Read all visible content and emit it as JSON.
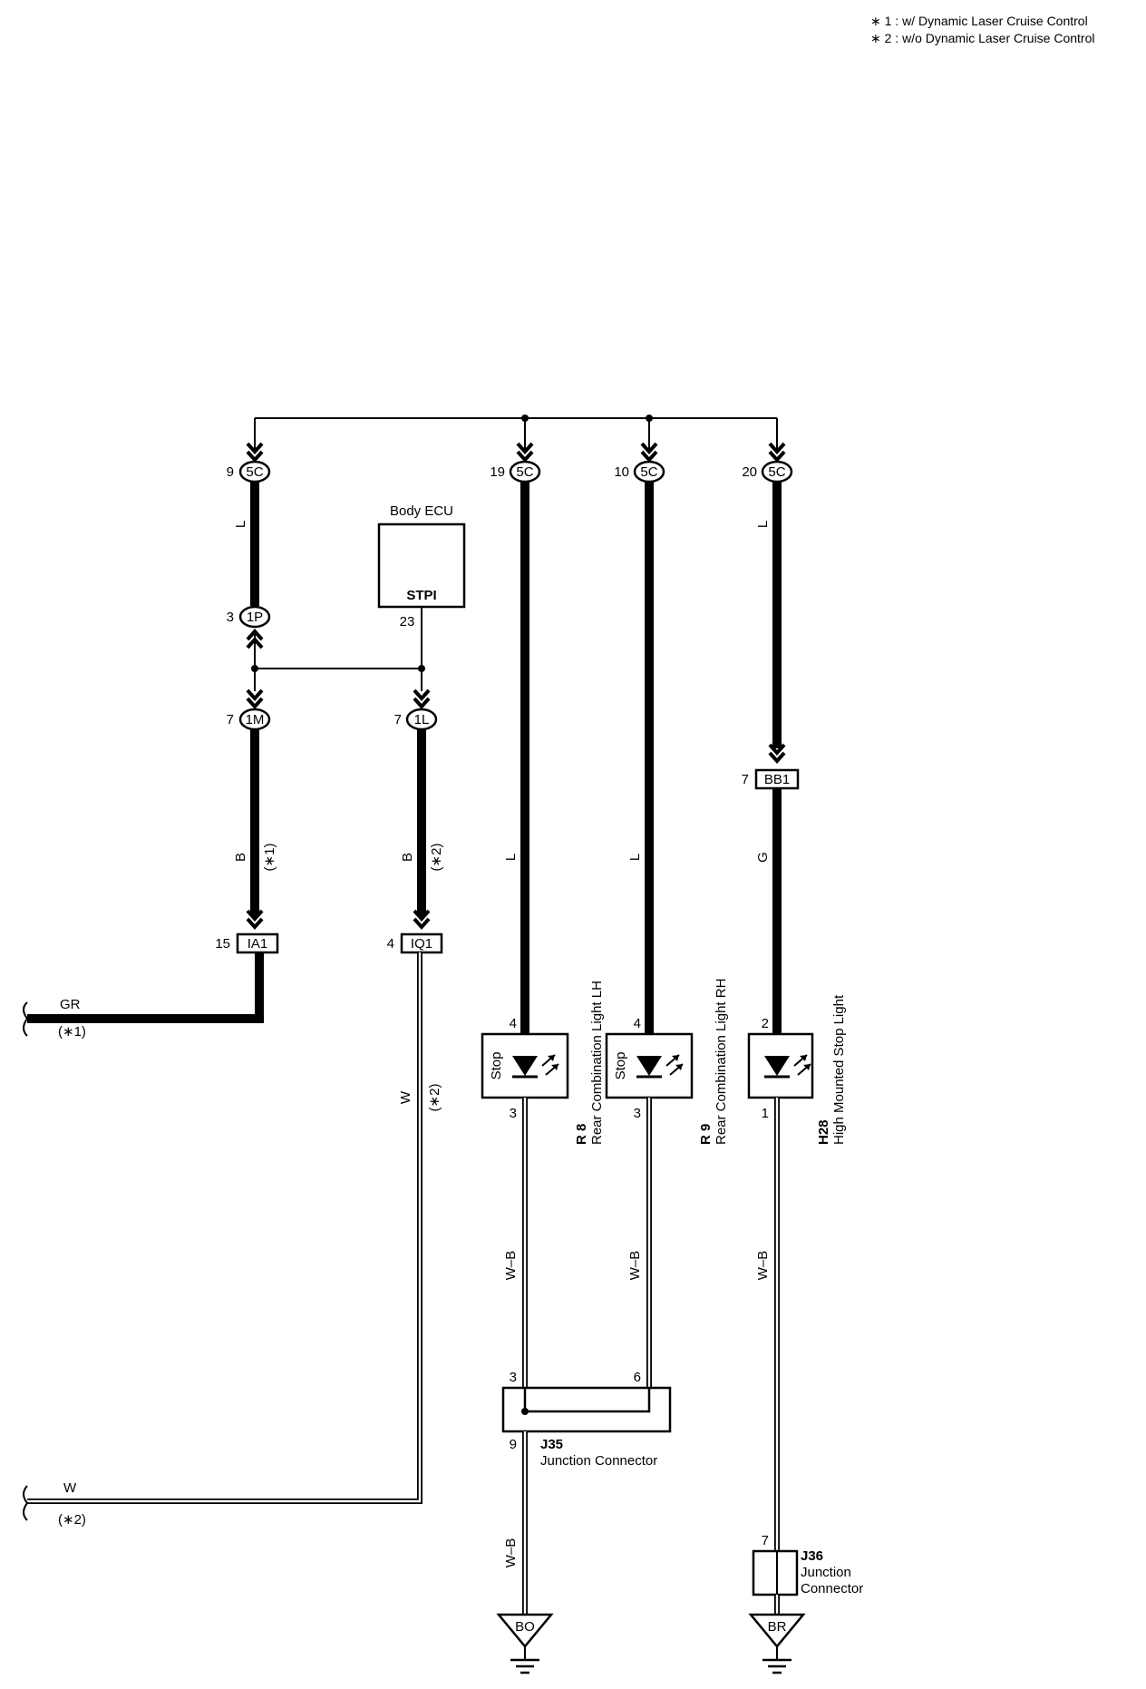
{
  "notes": {
    "note1": "∗ 1 : w/ Dynamic Laser Cruise Control",
    "note2": "∗ 2 : w/o Dynamic Laser Cruise Control"
  },
  "connectors": {
    "c5c_a": {
      "pin": "9",
      "code": "5C"
    },
    "c5c_b": {
      "pin": "19",
      "code": "5C"
    },
    "c5c_c": {
      "pin": "10",
      "code": "5C"
    },
    "c5c_d": {
      "pin": "20",
      "code": "5C"
    },
    "c1p": {
      "pin": "3",
      "code": "1P"
    },
    "c1m": {
      "pin": "7",
      "code": "1M"
    },
    "c1l": {
      "pin": "7",
      "code": "1L"
    },
    "bb1": {
      "pin": "7",
      "code": "BB1"
    },
    "ia1": {
      "pin": "15",
      "code": "IA1"
    },
    "iq1": {
      "pin": "4",
      "code": "IQ1"
    }
  },
  "body_ecu": {
    "title": "Body ECU",
    "terminal": "STPI",
    "pin": "23"
  },
  "wires": {
    "w1_color": "L",
    "w2_color": "B",
    "w2_note": "(∗1)",
    "w3_color": "B",
    "w3_note": "(∗2)",
    "w4_color": "L",
    "w5_color": "L",
    "w6_color": "L",
    "w7_color": "G",
    "gr_color": "GR",
    "gr_note": "(∗1)",
    "w_color": "W",
    "w_note": "(∗2)",
    "w_bottom_color": "W",
    "w_bottom_note": "(∗2)",
    "wb1": "W–B",
    "wb2": "W–B",
    "wb3": "W–B",
    "wb4": "W–B"
  },
  "lights": {
    "r8": {
      "pin_in": "4",
      "pin_out": "3",
      "label": "Stop",
      "code": "R 8",
      "name": "Rear Combination Light LH"
    },
    "r9": {
      "pin_in": "4",
      "pin_out": "3",
      "label": "Stop",
      "code": "R 9",
      "name": "Rear Combination Light RH"
    },
    "h28": {
      "pin_in": "2",
      "pin_out": "1",
      "code": "H28",
      "name": "High Mounted Stop Light"
    }
  },
  "j35": {
    "pin_a": "3",
    "pin_b": "6",
    "pin_c": "9",
    "code": "J35",
    "name": "Junction Connector"
  },
  "j36": {
    "pin": "7",
    "code": "J36",
    "name1": "Junction",
    "name2": "Connector"
  },
  "grounds": {
    "g1": "BO",
    "g2": "BR"
  }
}
